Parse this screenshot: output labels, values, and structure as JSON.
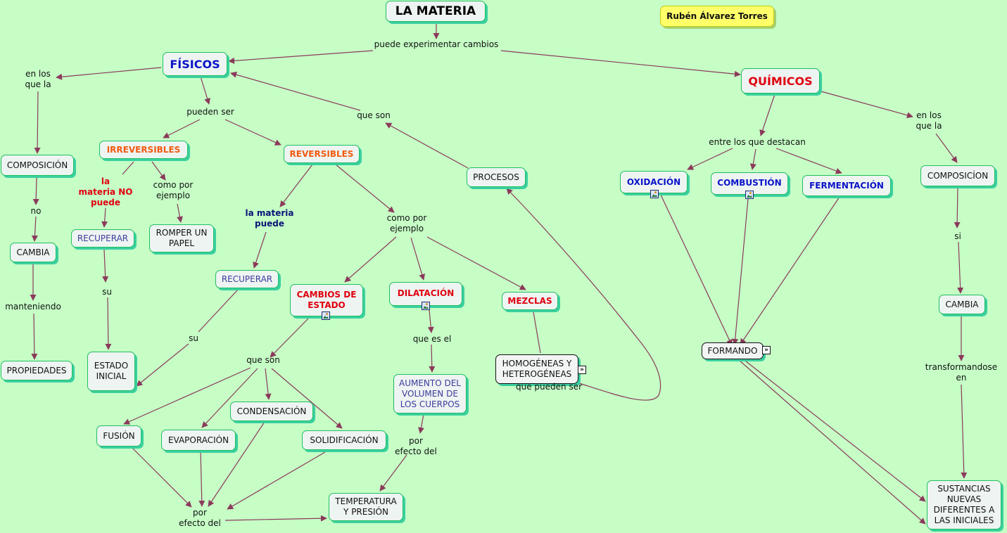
{
  "author": "Rubén Álvarez Torres",
  "concepts": {
    "materia": "LA MATERIA",
    "fisicos": "FÍSICOS",
    "quimicos": "QUÍMICOS",
    "composicion_left": "COMPOSICIÓN",
    "cambia_left": "CAMBIA",
    "propiedades": "PROPIEDADES",
    "irreversibles": "IRREVERSIBLES",
    "reversibles": "REVERSIBLES",
    "recuperar_1": "RECUPERAR",
    "romper_papel": "ROMPER UN\nPAPEL",
    "estado_inicial": "ESTADO\nINICIAL",
    "recuperar_2": "RECUPERAR",
    "procesos": "PROCESOS",
    "cambios_estado": "CAMBIOS DE\nESTADO",
    "dilatacion": "DILATACIÓN",
    "mezclas": "MEZCLAS",
    "homogeneas": "HOMOGÉNEAS Y\nHETEROGÉNEAS",
    "aumento_volumen": "AUMENTO DEL\nVOLUMEN DE\nLOS CUERPOS",
    "fusion": "FUSIÓN",
    "evaporacion": "EVAPORACIÓN",
    "condensacion": "CONDENSACIÓN",
    "solidificacion": "SOLIDIFICACIÓN",
    "temperatura_presion": "TEMPERATURA\nY PRESIÓN",
    "oxidacion": "OXIDACIÓN",
    "combustion": "COMBUSTIÓN",
    "fermentacion": "FERMENTACIÓN",
    "formando": "FORMANDO",
    "composicion_right": "COMPOSICÍON",
    "cambia_right": "CAMBIA",
    "sustancias_nuevas": "SUSTANCIAS\nNUEVAS\nDIFERENTES A\nLAS INICIALES"
  },
  "linking_phrases": {
    "puede_experimentar": "puede experimentar cambios",
    "en_los_que_la_left": "en los\nque la",
    "no": "no",
    "manteniendo": "manteniendo",
    "pueden_ser": "pueden ser",
    "que_son_top": "que son",
    "la_materia_no_puede": "la\nmateria NO\npuede",
    "como_por_ejemplo_1": "como por\nejemplo",
    "la_materia_puede": "la materia\npuede",
    "su_1": "su",
    "su_2": "su",
    "como_por_ejemplo_2": "como por\nejemplo",
    "que_son_mid": "que son",
    "que_es_el": "que es el",
    "por_efecto_del_1": "por\nefecto del",
    "por_efecto_del_2": "por\nefecto del",
    "que_pueden_ser": "que pueden ser",
    "entre_los_que_destacan": "entre los que destacan",
    "en_los_que_la_right": "en los\nque la",
    "si": "si",
    "transformandose_en": "transformandose en"
  },
  "colors": {
    "background": "#c6fec6",
    "connector": "#8b3a5a",
    "node_border": "#1fc060"
  },
  "icons": [
    "image-icon",
    "expand-icon"
  ]
}
